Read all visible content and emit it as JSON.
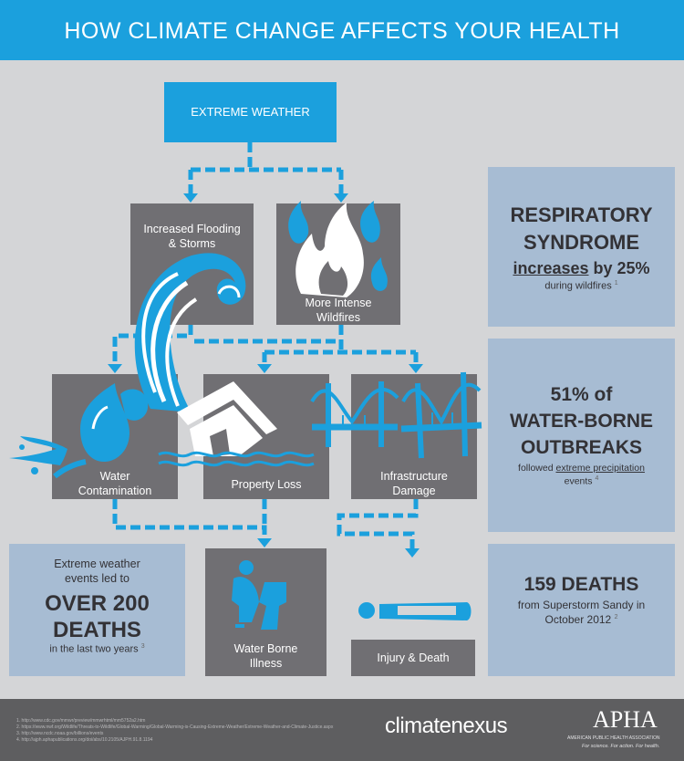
{
  "title": "HOW CLIMATE CHANGE AFFECTS YOUR HEALTH",
  "extreme_weather": "EXTREME WEATHER",
  "effects": {
    "flooding": [
      "Increased Flooding",
      "& Storms"
    ],
    "wildfires": [
      "More Intense",
      "Wildfires"
    ],
    "water_contamination": [
      "Water",
      "Contamination"
    ],
    "property_loss": "Property Loss",
    "infrastructure": [
      "Infrastructure",
      "Damage"
    ],
    "water_borne_illness": [
      "Water Borne",
      "Illness"
    ],
    "injury_death": "Injury & Death"
  },
  "stats": {
    "respiratory": {
      "line1": "RESPIRATORY",
      "line2": "SYNDROME",
      "line3_underlined": "increases",
      "line3_rest": " by 25%",
      "line4": "during wildfires",
      "ref": "1"
    },
    "waterborne": {
      "line1": "51% of",
      "line2": "WATER-BORNE",
      "line3": "OUTBREAKS",
      "line4_pre": "followed ",
      "line4_underlined": "extreme precipitation",
      "line5": "events",
      "ref": "4"
    },
    "sandy": {
      "line1": "159 DEATHS",
      "line2": "from Superstorm Sandy in",
      "line3": "October 2012",
      "ref": "2"
    },
    "deaths": {
      "line1": "Extreme weather",
      "line2": "events led to",
      "line3": "OVER 200",
      "line4": "DEATHS",
      "line5": "in the last two years",
      "ref": "3"
    }
  },
  "footnotes": [
    "1. http://www.cdc.gov/mmwr/preview/mmwrhtml/mm5752a2.htm",
    "2. https://www.nwf.org/Wildlife/Threats-to-Wildlife/Global-Warming/Global-Warming-is-Causing-Extreme-Weather/Extreme-Weather-and-Climate-Justice.aspx",
    "3. http://www.ncdc.noaa.gov/billions/events",
    "4. http://ajph.aphapublications.org/doi/abs/10.2105/AJPH.91.8.1194"
  ],
  "logos": {
    "climatenexus": "climatenexus",
    "apha": "APHA",
    "apha_full": "AMERICAN PUBLIC HEALTH ASSOCIATION",
    "apha_tagline": "For science. For action. For health."
  },
  "colors": {
    "blue": "#1ba0dd",
    "gray_box": "#706f73",
    "stat_box": "#a7bcd3",
    "background": "#d4d5d7",
    "footer": "#5e5e60"
  },
  "icons": [
    "wave-icon",
    "fire-icon",
    "water-drop-icon",
    "house-icon",
    "bridge-icon",
    "toilet-person-icon",
    "lying-person-icon"
  ]
}
